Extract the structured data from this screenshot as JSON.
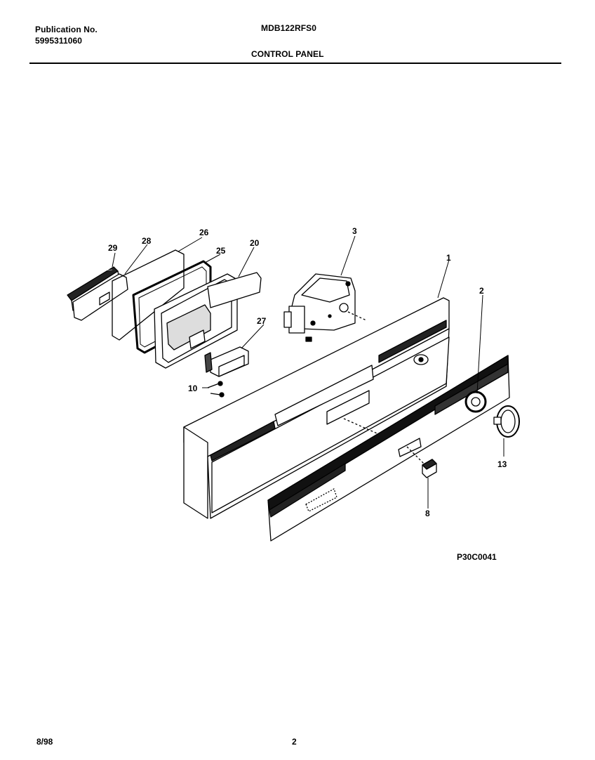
{
  "header": {
    "publication_label": "Publication No.",
    "publication_number": "5995311060",
    "model": "MDB122RFS0",
    "section_title": "CONTROL PANEL"
  },
  "diagram": {
    "part_callouts": [
      "29",
      "28",
      "26",
      "25",
      "20",
      "3",
      "1",
      "2",
      "27",
      "10",
      "13",
      "8"
    ],
    "figure_code": "P30C0041"
  },
  "footer": {
    "date": "8/98",
    "page_number": "2"
  }
}
